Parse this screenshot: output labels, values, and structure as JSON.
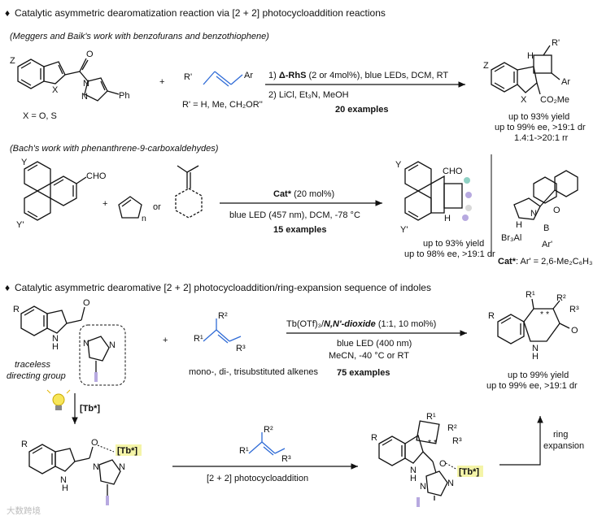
{
  "section1": {
    "bullet": "♦",
    "title": "Catalytic asymmetric dearomatization reaction via [2 + 2] photocycloaddition reactions",
    "sub1": "(Meggers and Baik's work with benzofurans and benzothiophene)",
    "sub2": "(Bach's work with phenanthrene-9-carboxaldehydes)",
    "r1": {
      "sub_labels": [
        "Z",
        "X",
        "N",
        "N",
        "O",
        "Ph"
      ],
      "x_note": "X = O, S",
      "alkene_labels": [
        "R'",
        "Ar"
      ],
      "alkene_note": "R' = H, Me, CH₂OR''",
      "cond1_pre": "1) ",
      "cond1_cat": "Δ-RhS",
      "cond1_post": " (2 or 4mol%), blue LEDs, DCM, RT",
      "cond2": "2) LiCl, Et₃N, MeOH",
      "examples": "20 examples",
      "prod_labels": [
        "Z",
        "X",
        "H",
        "R'",
        "Ar",
        "CO₂Me"
      ],
      "results": [
        "up to 93% yield",
        "up to 99% ee, >19:1 dr",
        "1.4:1->20:1 rr"
      ]
    },
    "r2": {
      "sub_labels": [
        "Y",
        "Y'",
        "CHO"
      ],
      "ring_label": "n",
      "or_text": "or",
      "cond1_cat": "Cat*",
      "cond1_post": " (20 mol%)",
      "cond2": "blue LED (457 nm), DCM, -78 °C",
      "examples": "15 examples",
      "prod_labels": [
        "Y",
        "Y'",
        "CHO",
        "H"
      ],
      "results": [
        "up to 93% yield",
        "up to 98% ee, >19:1 dr"
      ],
      "cat_labels": [
        "N",
        "O",
        "B",
        "Br₃Al",
        "H",
        "Ar'"
      ],
      "cat_note_pre": "Cat*",
      "cat_note_post": ": Ar' = 2,6-Me₂C₆H₃"
    }
  },
  "section2": {
    "bullet": "♦",
    "title": "Catalytic asymmetric dearomative [2 + 2] photocycloaddition/ring-expansion sequence of indoles",
    "sub_labels": [
      "R",
      "N",
      "H",
      "O",
      "N",
      "N"
    ],
    "traceless": [
      "traceless",
      "directing group"
    ],
    "plus": "+",
    "alkene_labels": [
      "R¹",
      "R²",
      "R³"
    ],
    "alkene_note": "mono-, di-, trisubstituted alkenes",
    "cond1_pre": "Tb(OTf)₃/",
    "cond1_lig": "N,N'-dioxide",
    "cond1_post": " (1:1, 10 mol%)",
    "cond2": "blue LED (400 nm)",
    "cond3": "MeCN, -40 °C or RT",
    "examples": "75 examples",
    "prod_labels": [
      "R",
      "R¹",
      "R²",
      "R³",
      "N",
      "H",
      "O"
    ],
    "results": [
      "up to 99% yield",
      "up to 99% ee, >19:1 dr"
    ],
    "tb_label": "[Tb*]",
    "int1_labels": [
      "R",
      "N",
      "H",
      "O",
      "N",
      "N",
      "[Tb*]"
    ],
    "step_text": "[2 + 2]  photocycloaddition",
    "int2_labels": [
      "R",
      "R¹",
      "R²",
      "R³",
      "N",
      "H",
      "O",
      "N",
      "N",
      "[Tb*]"
    ],
    "ring_exp": [
      "ring",
      "expansion"
    ]
  },
  "watermark": "大数跨境",
  "colors": {
    "accent_blue": "#2f6bd6",
    "highlight": "#f4f4a8",
    "lilac": "#b7a9e0",
    "teal": "#8fd1c4"
  }
}
